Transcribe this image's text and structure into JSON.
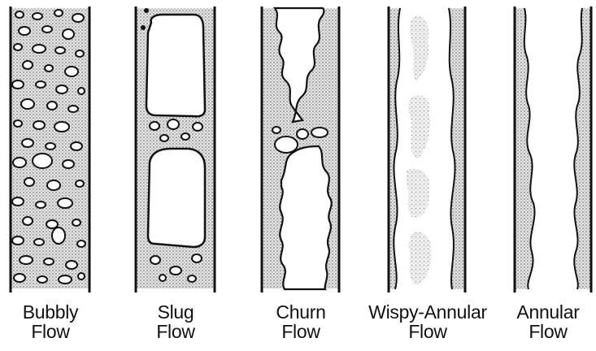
{
  "figure": {
    "panels": [
      {
        "id": "bubbly",
        "line1": "Bubbly",
        "line2": "Flow"
      },
      {
        "id": "slug",
        "line1": "Slug",
        "line2": "Flow"
      },
      {
        "id": "churn",
        "line1": "Churn",
        "line2": "Flow"
      },
      {
        "id": "wispy",
        "line1": "Wispy-Annular",
        "line2": "Flow"
      },
      {
        "id": "annular",
        "line1": "Annular",
        "line2": "Flow"
      }
    ]
  },
  "colors": {
    "ink": "#111111",
    "liquid_dots": "#777777",
    "gas": "#ffffff"
  }
}
